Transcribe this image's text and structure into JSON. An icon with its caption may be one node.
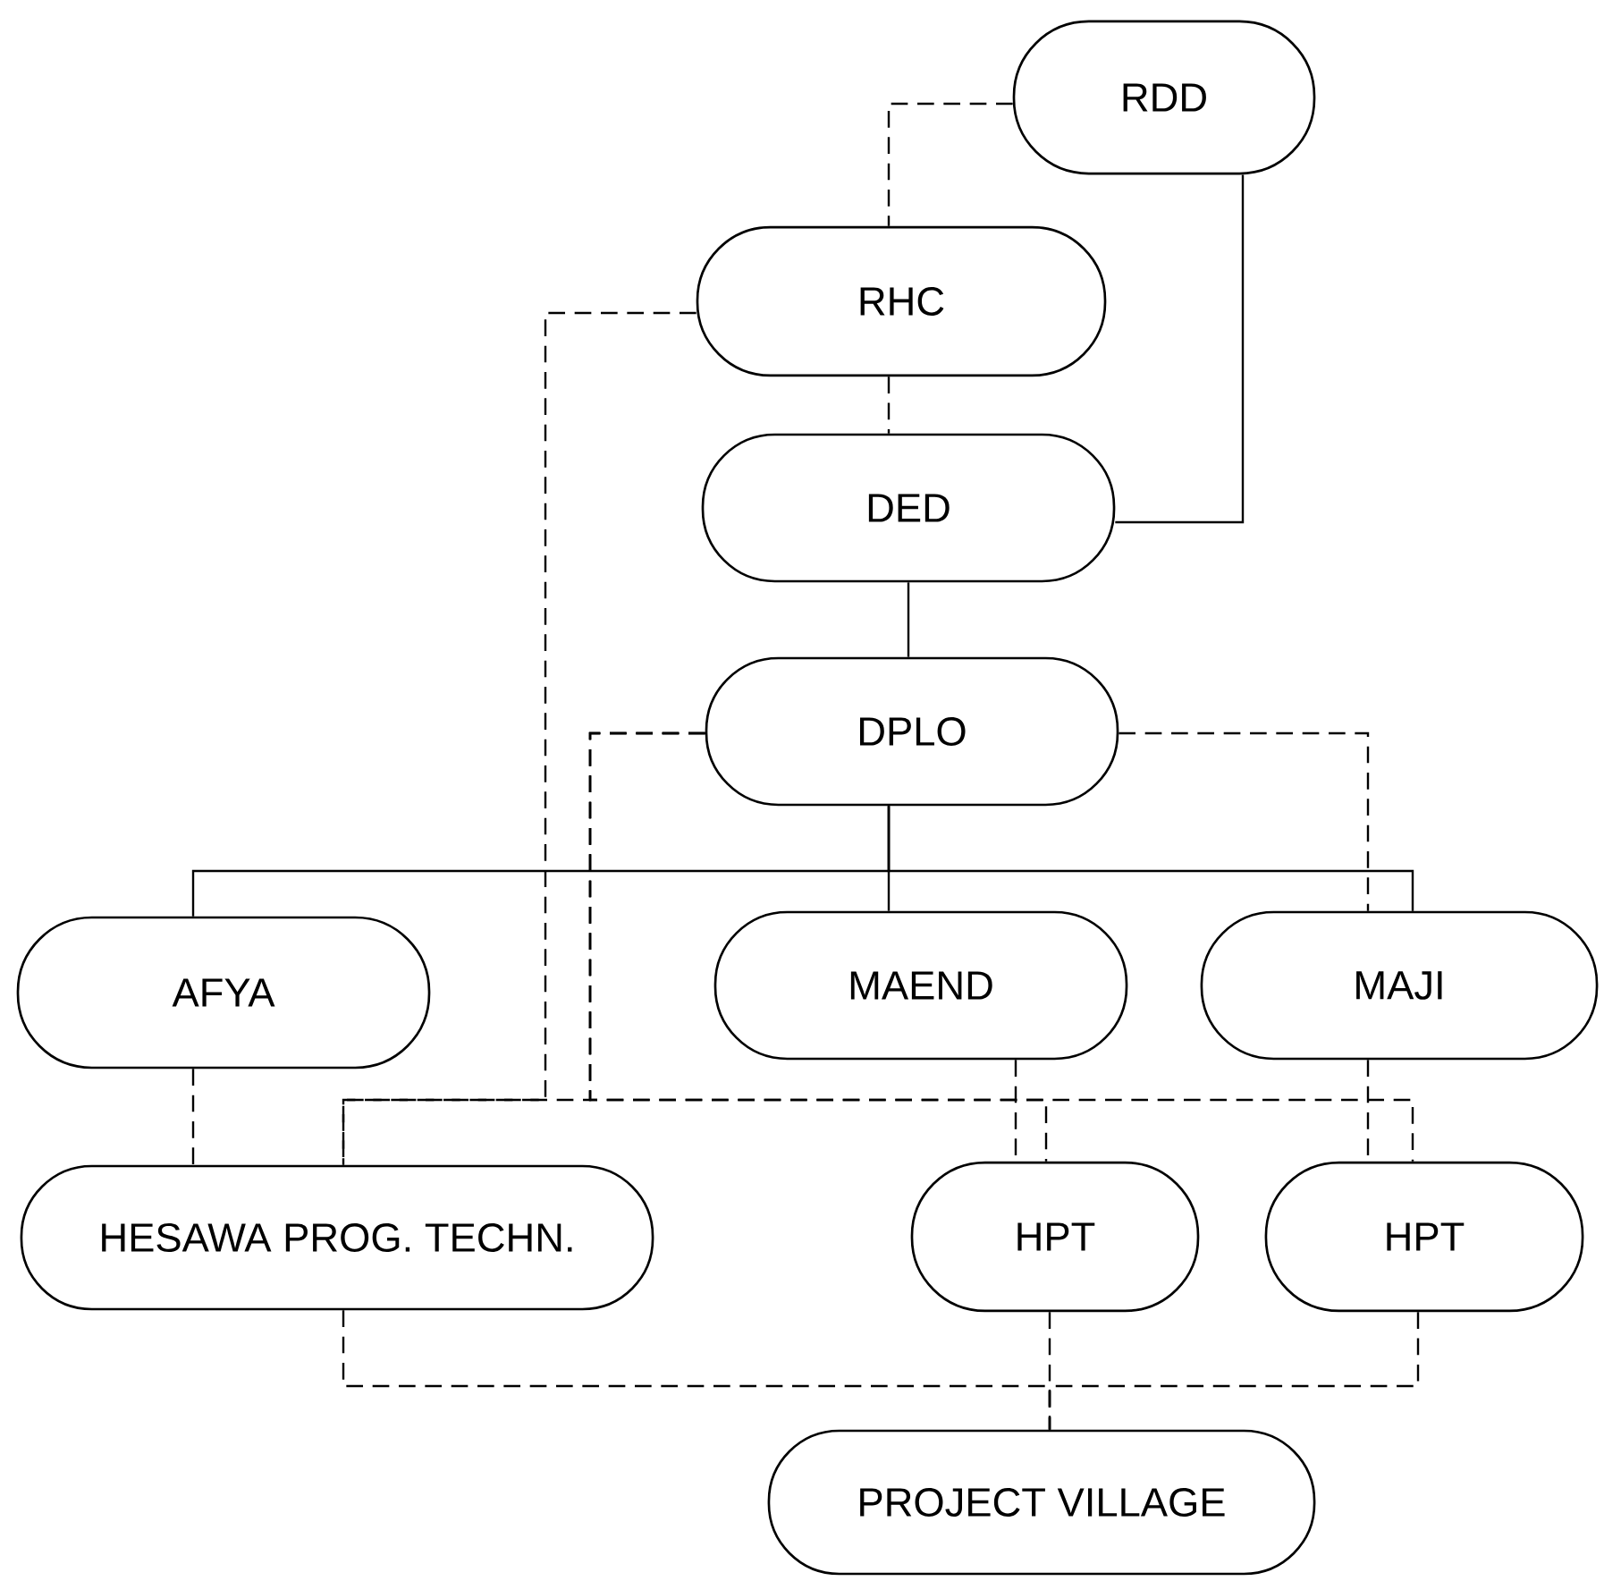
{
  "diagram": {
    "nodes": [
      {
        "text": [
          "RDD"
        ]
      },
      {
        "text": [
          "RHC"
        ]
      },
      {
        "text": [
          "DED"
        ]
      },
      {
        "text": [
          "DPLO"
        ]
      },
      {
        "text": [
          "AFYA"
        ]
      },
      {
        "text": [
          "MAEND"
        ]
      },
      {
        "text": [
          "MAJI"
        ]
      },
      {
        "text": [
          "HESAWA PROG. TECHN."
        ]
      },
      {
        "text": [
          "HPT"
        ]
      },
      {
        "text": [
          "HPT"
        ]
      },
      {
        "text": [
          "PROJECT VILLAGE"
        ]
      }
    ],
    "edges": [
      {
        "from": 0,
        "to": 1,
        "arrow": "none",
        "style": "dashed"
      },
      {
        "from": 0,
        "to": 2,
        "arrow": "none"
      },
      {
        "from": 1,
        "to": 2,
        "arrow": "none",
        "style": "dashed"
      },
      {
        "from": 2,
        "to": 3,
        "arrow": "none"
      },
      {
        "from": 1,
        "to": 7,
        "arrow": "none",
        "style": "dashed"
      },
      {
        "from": 3,
        "to": 7,
        "arrow": "none",
        "style": "dashed"
      },
      {
        "from": 3,
        "to": 8,
        "arrow": "none",
        "style": "dashed"
      },
      {
        "from": 3,
        "to": 9,
        "arrow": "none",
        "style": "dashed"
      },
      {
        "from": 3,
        "to": 6,
        "arrow": "none",
        "style": "dashed"
      },
      {
        "from": 3,
        "to": 4,
        "arrow": "none"
      },
      {
        "from": 3,
        "to": 5,
        "arrow": "none"
      },
      {
        "from": 3,
        "to": 6,
        "arrow": "none"
      },
      {
        "from": 4,
        "to": 7,
        "arrow": "none",
        "style": "dashed"
      },
      {
        "from": 5,
        "to": 8,
        "arrow": "none",
        "style": "dashed"
      },
      {
        "from": 6,
        "to": 9,
        "arrow": "none",
        "style": "dashed"
      },
      {
        "from": 7,
        "to": 10,
        "arrow": "none",
        "style": "dashed"
      },
      {
        "from": 8,
        "to": 10,
        "arrow": "none",
        "style": "dashed"
      },
      {
        "from": 9,
        "to": 10,
        "arrow": "none",
        "style": "dashed"
      }
    ]
  }
}
